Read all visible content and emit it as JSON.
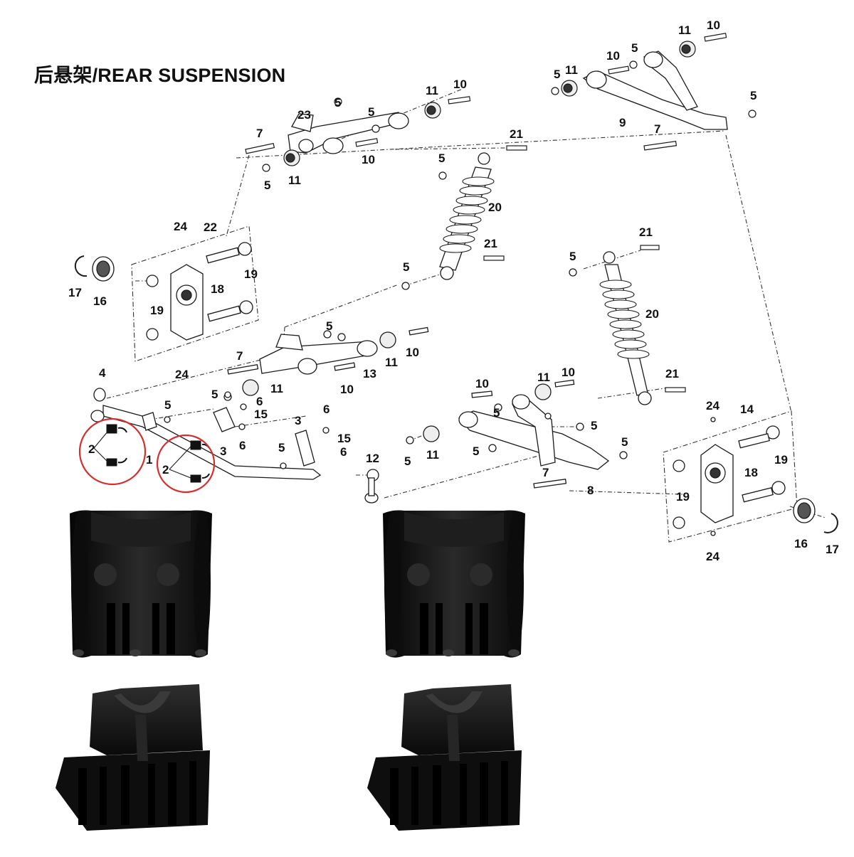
{
  "diagram": {
    "title": "后悬架/REAR SUSPENSION",
    "callouts": [
      {
        "id": "c10a",
        "label": "10"
      },
      {
        "id": "c11a",
        "label": "11"
      },
      {
        "id": "c5a",
        "label": "5"
      },
      {
        "id": "c10b",
        "label": "10"
      },
      {
        "id": "c5b",
        "label": "5"
      },
      {
        "id": "c11b",
        "label": "11"
      },
      {
        "id": "c5c",
        "label": "5"
      },
      {
        "id": "c9",
        "label": "9"
      },
      {
        "id": "c7a",
        "label": "7"
      },
      {
        "id": "c23",
        "label": "23"
      },
      {
        "id": "c5d",
        "label": "5"
      },
      {
        "id": "c5e",
        "label": "5"
      },
      {
        "id": "c11c",
        "label": "11"
      },
      {
        "id": "c10c",
        "label": "10"
      },
      {
        "id": "c7b",
        "label": "7"
      },
      {
        "id": "c10d",
        "label": "10"
      },
      {
        "id": "c5f",
        "label": "5"
      },
      {
        "id": "c11d",
        "label": "11"
      },
      {
        "id": "c21a",
        "label": "21"
      },
      {
        "id": "c5g",
        "label": "5"
      },
      {
        "id": "c20a",
        "label": "20"
      },
      {
        "id": "c24a",
        "label": "24"
      },
      {
        "id": "c22",
        "label": "22"
      },
      {
        "id": "c21b",
        "label": "21"
      },
      {
        "id": "c21c",
        "label": "21"
      },
      {
        "id": "c5h",
        "label": "5"
      },
      {
        "id": "c5i",
        "label": "5"
      },
      {
        "id": "c17a",
        "label": "17"
      },
      {
        "id": "c16a",
        "label": "16"
      },
      {
        "id": "c19a",
        "label": "19"
      },
      {
        "id": "c18a",
        "label": "18"
      },
      {
        "id": "c19b",
        "label": "19"
      },
      {
        "id": "c20b",
        "label": "20"
      },
      {
        "id": "c24b",
        "label": "24"
      },
      {
        "id": "c5j",
        "label": "5"
      },
      {
        "id": "c7c",
        "label": "7"
      },
      {
        "id": "c11e",
        "label": "11"
      },
      {
        "id": "c10e",
        "label": "10"
      },
      {
        "id": "c13",
        "label": "13"
      },
      {
        "id": "c10f",
        "label": "10"
      },
      {
        "id": "c11f",
        "label": "11"
      },
      {
        "id": "c4",
        "label": "4"
      },
      {
        "id": "c5k",
        "label": "5"
      },
      {
        "id": "c5l",
        "label": "5"
      },
      {
        "id": "c6a",
        "label": "6"
      },
      {
        "id": "c15a",
        "label": "15"
      },
      {
        "id": "c3a",
        "label": "3"
      },
      {
        "id": "c6b",
        "label": "6"
      },
      {
        "id": "c2a",
        "label": "2"
      },
      {
        "id": "c1",
        "label": "1"
      },
      {
        "id": "c2b",
        "label": "2"
      },
      {
        "id": "c3b",
        "label": "3"
      },
      {
        "id": "c6c",
        "label": "6"
      },
      {
        "id": "c15b",
        "label": "15"
      },
      {
        "id": "c5m",
        "label": "5"
      },
      {
        "id": "c6d",
        "label": "6"
      },
      {
        "id": "c12",
        "label": "12"
      },
      {
        "id": "c10g",
        "label": "10"
      },
      {
        "id": "c11g",
        "label": "11"
      },
      {
        "id": "c10h",
        "label": "10"
      },
      {
        "id": "c21d",
        "label": "21"
      },
      {
        "id": "c5n",
        "label": "5"
      },
      {
        "id": "c5o",
        "label": "5"
      },
      {
        "id": "c11h",
        "label": "11"
      },
      {
        "id": "c5p",
        "label": "5"
      },
      {
        "id": "c5q",
        "label": "5"
      },
      {
        "id": "c5r",
        "label": "5"
      },
      {
        "id": "c7d",
        "label": "7"
      },
      {
        "id": "c8",
        "label": "8"
      },
      {
        "id": "c24c",
        "label": "24"
      },
      {
        "id": "c14",
        "label": "14"
      },
      {
        "id": "c18b",
        "label": "18"
      },
      {
        "id": "c19c",
        "label": "19"
      },
      {
        "id": "c19d",
        "label": "19"
      },
      {
        "id": "c16b",
        "label": "16"
      },
      {
        "id": "c17b",
        "label": "17"
      },
      {
        "id": "c24d",
        "label": "24"
      }
    ],
    "highlight_color": "#d32f2f",
    "ink_color": "#1a1a1a",
    "bushing_color": "#111111"
  }
}
